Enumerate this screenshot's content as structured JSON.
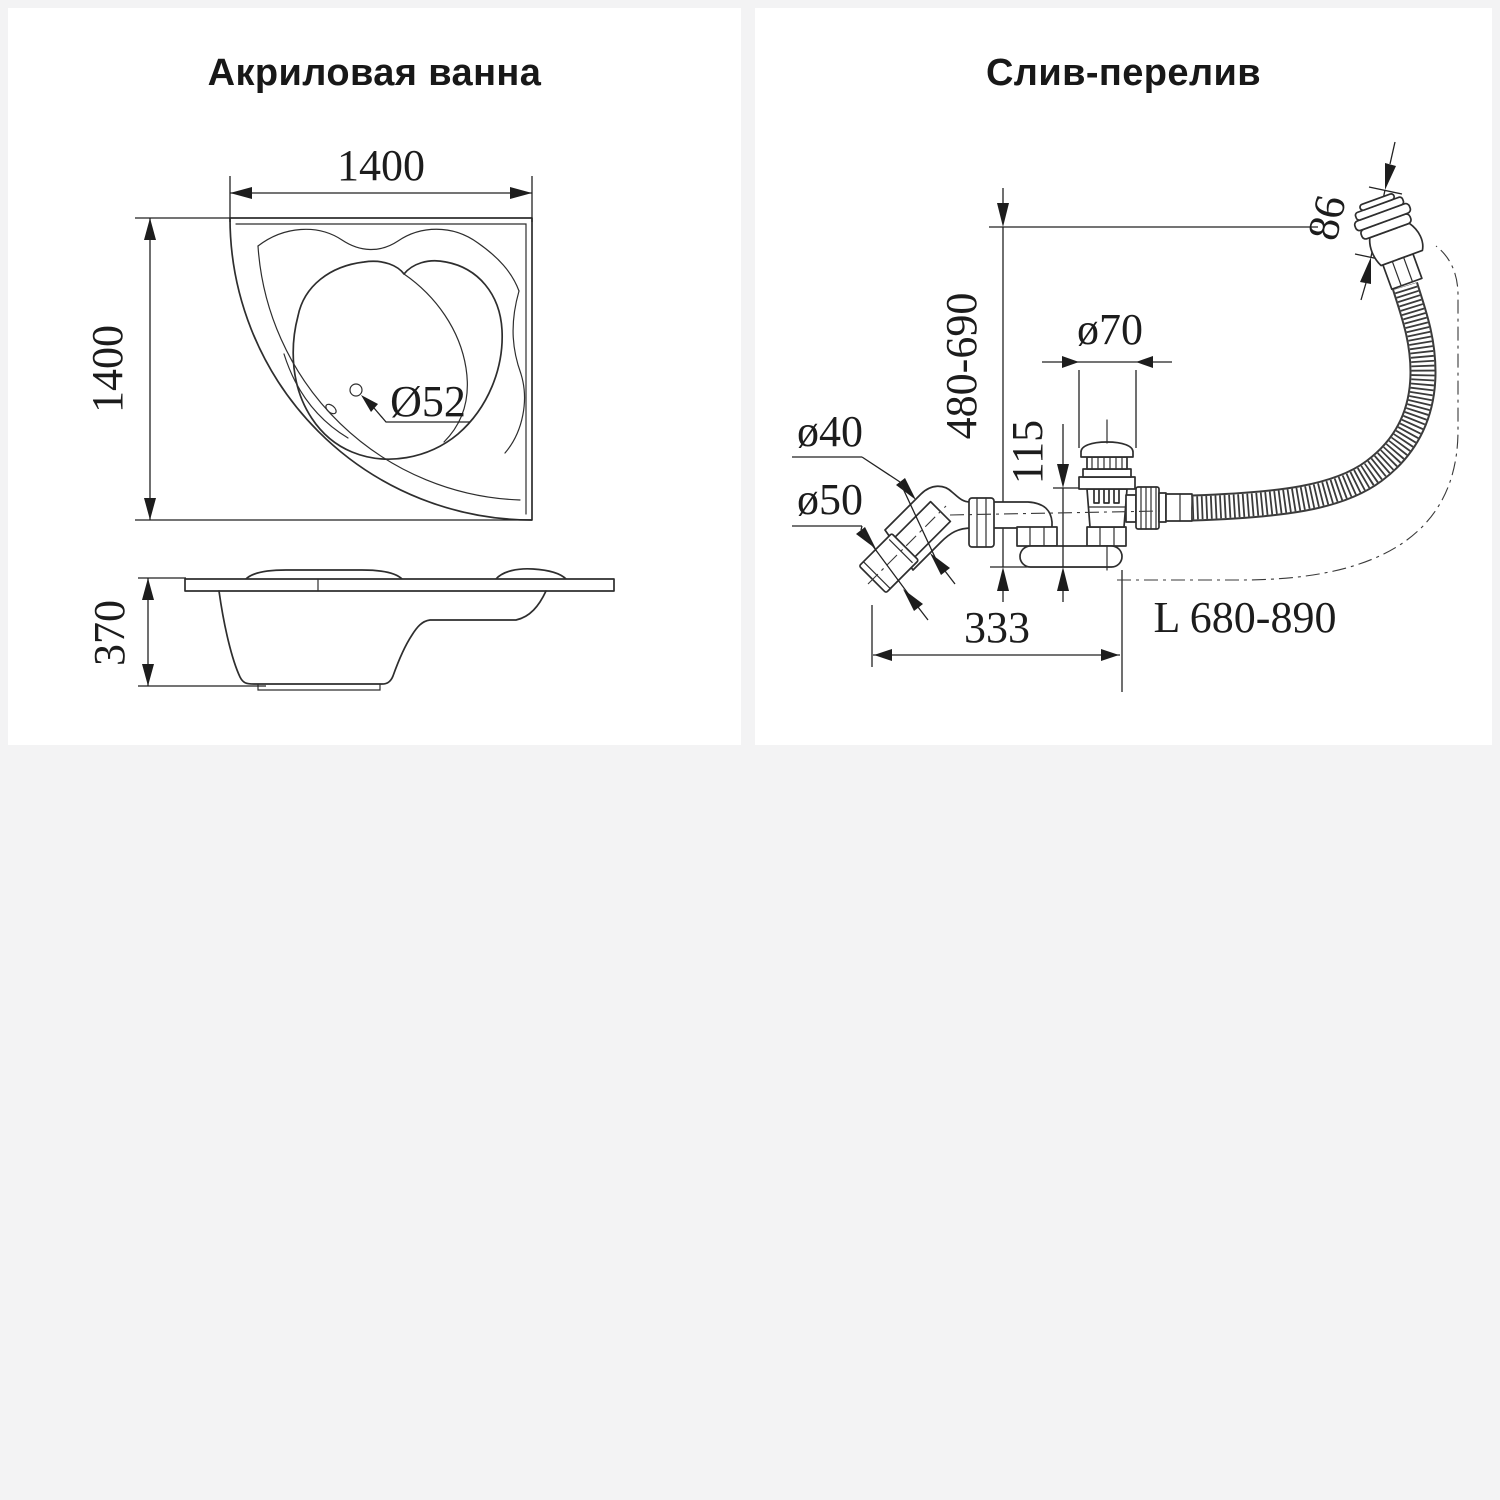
{
  "colors": {
    "background": "#f3f3f4",
    "card": "#ffffff",
    "line_ink": "#2e2e2e",
    "text_ink": "#1c1c1c"
  },
  "left_panel": {
    "title": "Акриловая ванна",
    "dimensions": {
      "width": "1400",
      "height": "1400",
      "drain_diameter": "Ø52",
      "depth": "370"
    }
  },
  "right_panel": {
    "title": "Слив-перелив",
    "dimensions": {
      "install_height": "480-690",
      "overflow_head": "86",
      "drain_cap_diameter": "ø70",
      "drain_body_height": "115",
      "inlet_diameter": "ø40",
      "outlet_diameter": "ø50",
      "horizontal_offset": "333",
      "hose_length": "L 680-890"
    }
  }
}
